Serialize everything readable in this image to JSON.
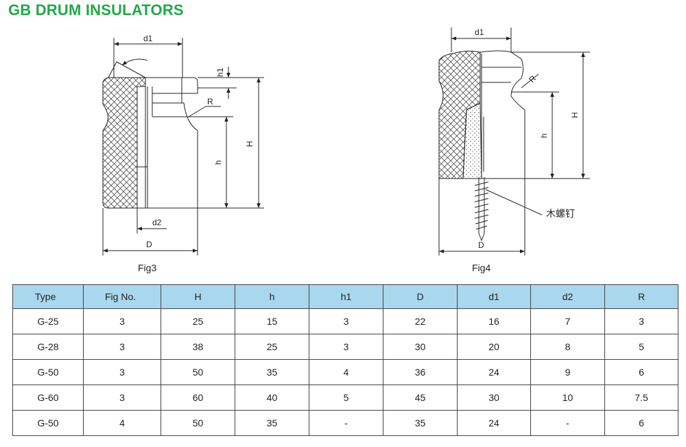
{
  "title": "GB DRUM INSULATORS",
  "fig3": {
    "caption": "Fig3",
    "labels": {
      "d1": "d1",
      "h1": "h1",
      "R": "R",
      "H": "H",
      "h": "h",
      "d2": "d2",
      "D": "D"
    }
  },
  "fig4": {
    "caption": "Fig4",
    "labels": {
      "d1": "d1",
      "R": "R",
      "H": "H",
      "h": "h",
      "D": "D",
      "screw": "木螺钉"
    }
  },
  "table": {
    "headers": [
      "Type",
      "Fig No.",
      "H",
      "h",
      "h1",
      "D",
      "d1",
      "d2",
      "R"
    ],
    "rows": [
      [
        "G-25",
        "3",
        "25",
        "15",
        "3",
        "22",
        "16",
        "7",
        "3"
      ],
      [
        "G-28",
        "3",
        "38",
        "25",
        "3",
        "30",
        "20",
        "8",
        "5"
      ],
      [
        "G-50",
        "3",
        "50",
        "35",
        "4",
        "36",
        "24",
        "9",
        "6"
      ],
      [
        "G-60",
        "3",
        "60",
        "40",
        "5",
        "45",
        "30",
        "10",
        "7.5"
      ],
      [
        "G-50",
        "4",
        "50",
        "35",
        "-",
        "35",
        "24",
        "-",
        "6"
      ]
    ]
  }
}
